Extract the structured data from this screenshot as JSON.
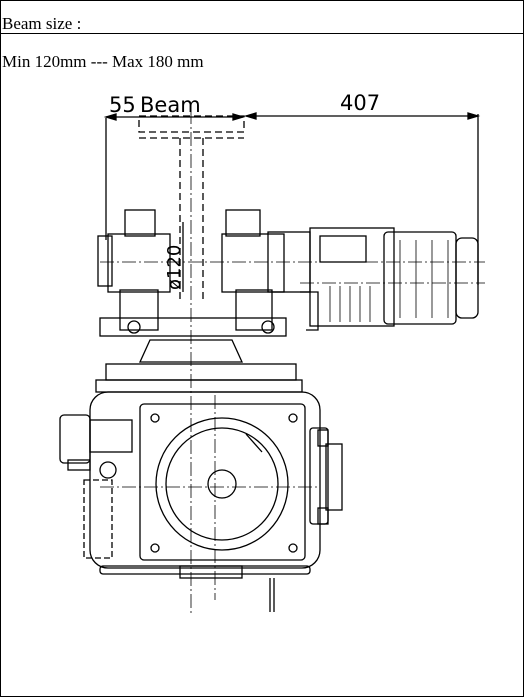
{
  "header": {
    "title": "Beam size :",
    "range": "Min 120mm  ---  Max 180 mm"
  },
  "drawing": {
    "dim_left": "55",
    "dim_left_label": "Beam",
    "dim_right": "407",
    "beam_diameter": "ø120"
  },
  "colors": {
    "line": "#000000",
    "background": "#ffffff"
  }
}
